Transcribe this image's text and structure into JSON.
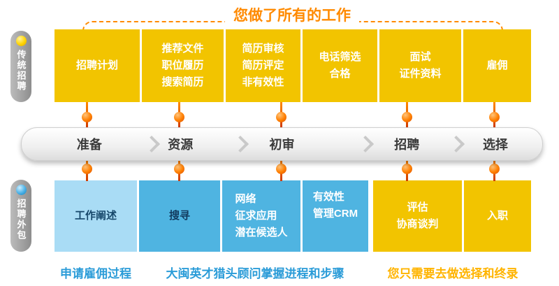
{
  "title": "您做了所有的工作",
  "side_tabs": {
    "top": "传统招聘",
    "bottom": "招聘外包"
  },
  "top_row": {
    "boxes": [
      {
        "text": "招聘计划"
      },
      {
        "text": "推荐文件\n职位履历\n搜索简历"
      },
      {
        "text": "简历审核\n简历评定\n非有效性"
      },
      {
        "text": "电话筛选\n合格"
      },
      {
        "text": "面试\n证件资料"
      },
      {
        "text": "雇佣"
      }
    ]
  },
  "timeline": {
    "stages": [
      {
        "label": "准备"
      },
      {
        "label": "资源"
      },
      {
        "label": "初审"
      },
      {
        "label": "招聘"
      },
      {
        "label": "选择"
      }
    ]
  },
  "bottom_row": {
    "boxes": [
      {
        "text": "工作阐述"
      },
      {
        "text": "搜寻"
      },
      {
        "text": "网络\n征求应用\n潜在候选人"
      },
      {
        "text": "有效性\n管理CRM"
      },
      {
        "text": "评估\n协商谈判"
      },
      {
        "text": "入职"
      }
    ]
  },
  "captions": [
    {
      "text": "申请雇佣过程"
    },
    {
      "text": "大闽英才猎头顾问掌握进程和步骤"
    },
    {
      "text": "您只需要去做选择和终录"
    }
  ],
  "colors": {
    "accent_orange": "#FF8A00",
    "box_yellow": "#F2C400",
    "box_blue": "#4FB4E1",
    "box_light_blue": "#A9DCF5",
    "caption_blue": "#2B9CD8",
    "caption_yellow": "#FFB400",
    "tab_gray": "#9a9a9a"
  }
}
